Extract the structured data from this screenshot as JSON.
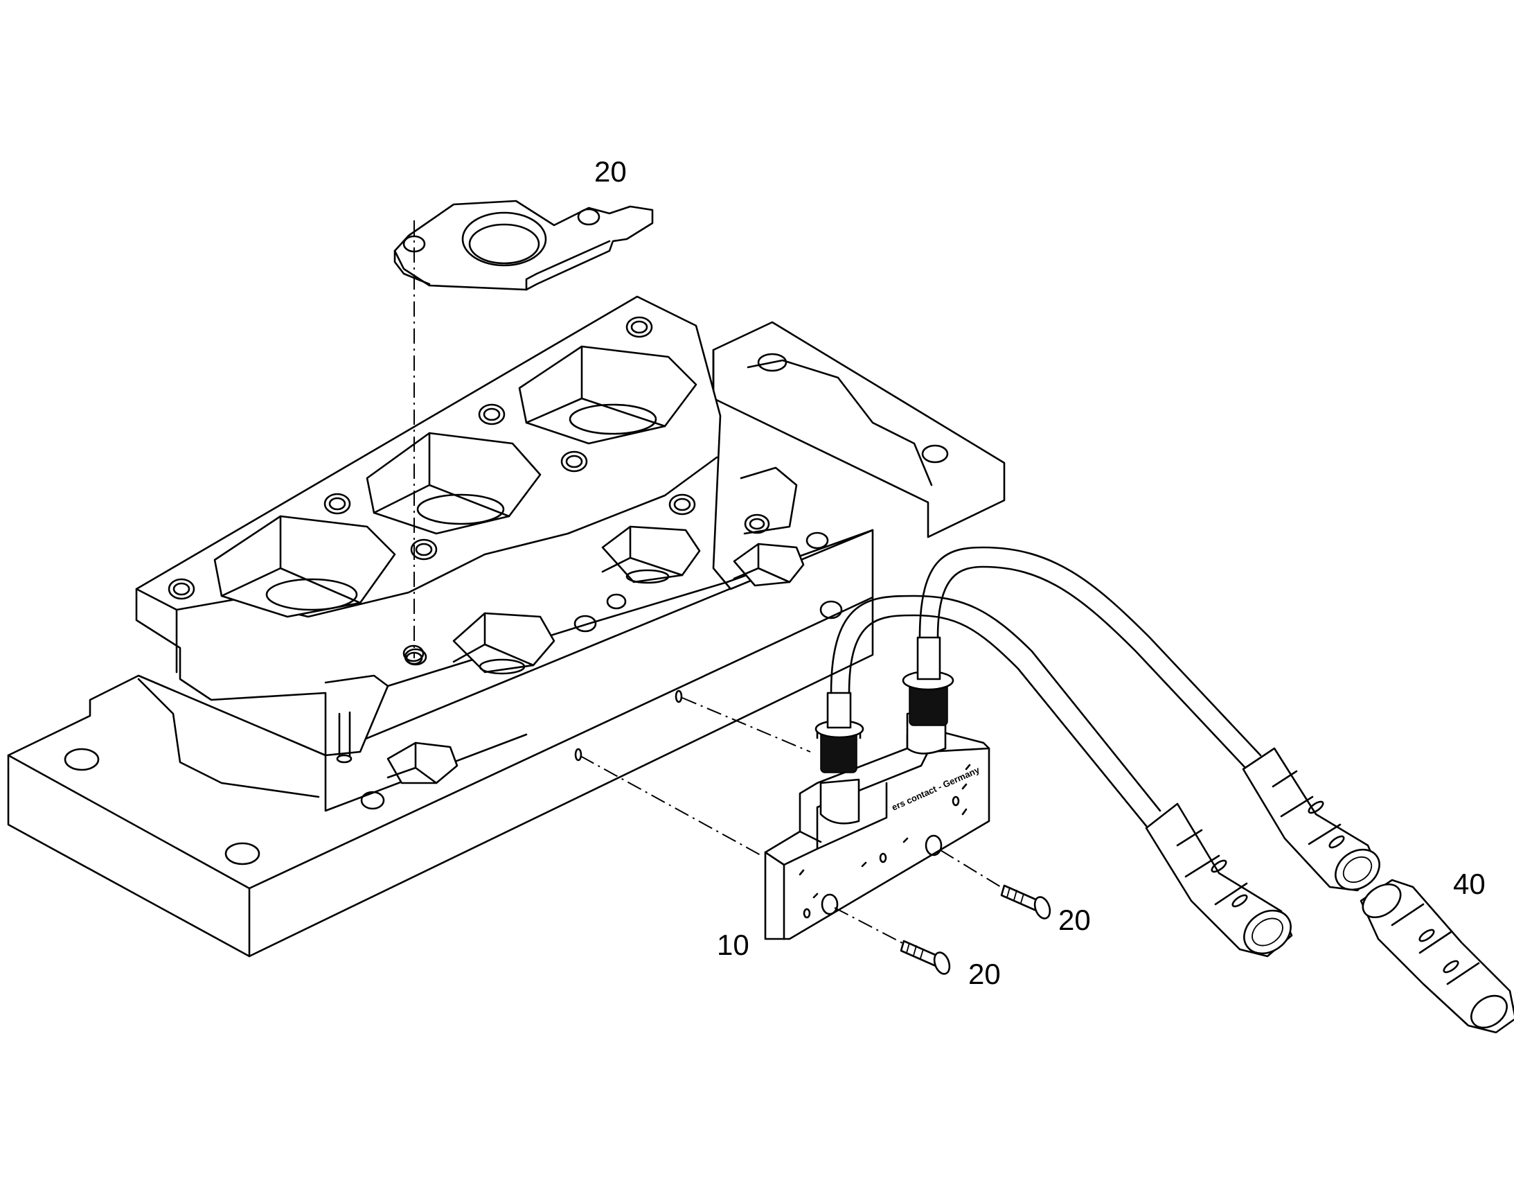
{
  "callouts": {
    "gasket_top": "20",
    "plate": "10",
    "screw_right": "20",
    "screw_lower": "20",
    "connector_plug": "40"
  },
  "plate_marking": "ers contact - Germany",
  "colors": {
    "line": "#000000",
    "background": "#ffffff"
  }
}
